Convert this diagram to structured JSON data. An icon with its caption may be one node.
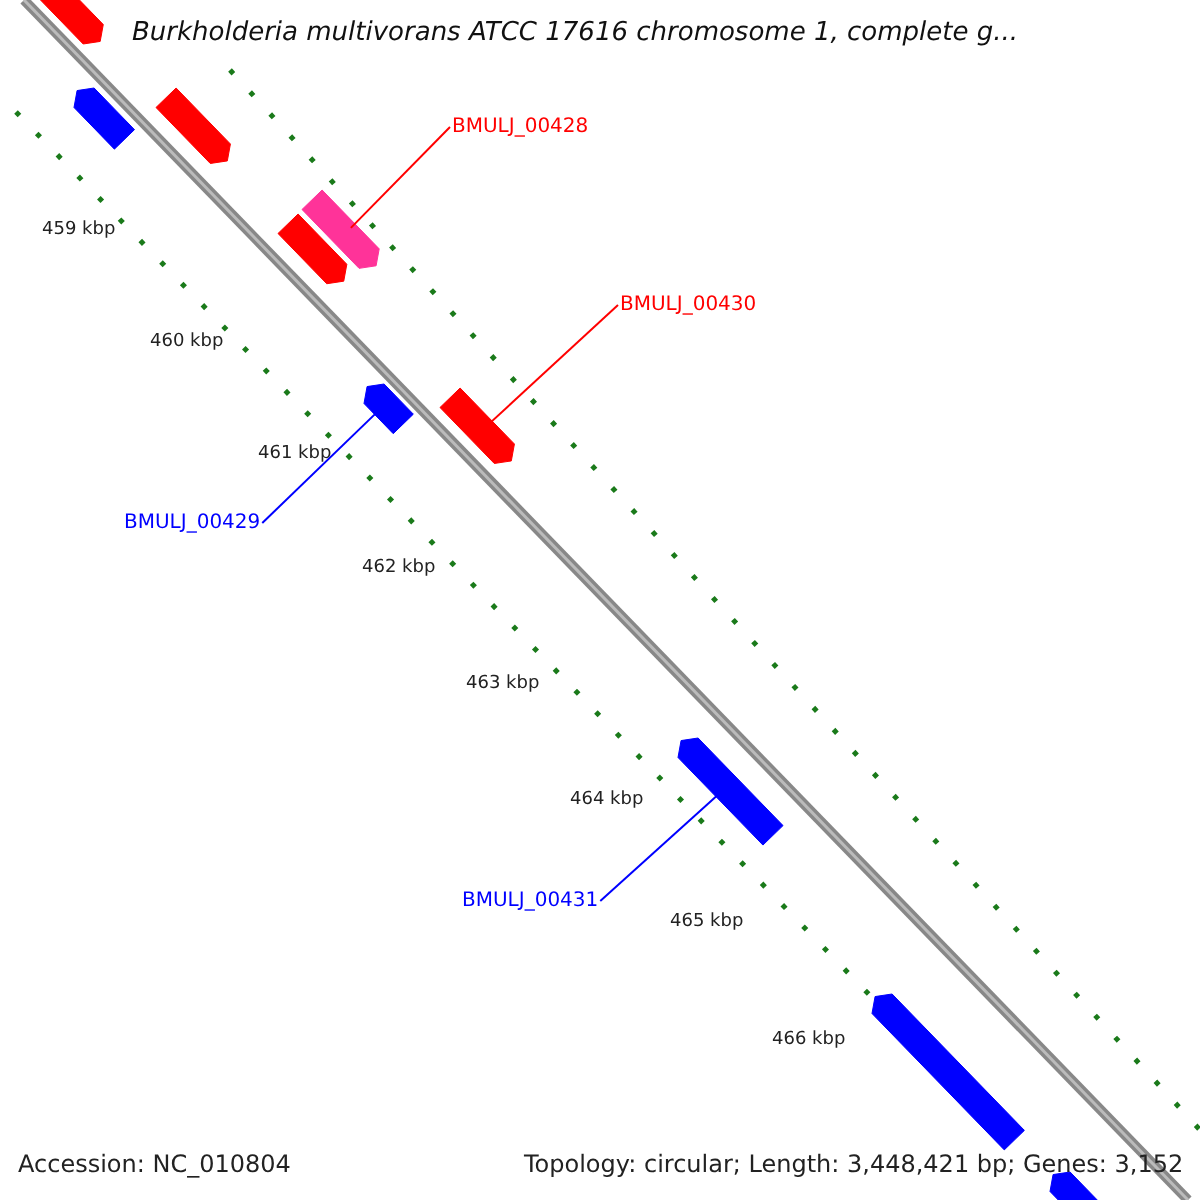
{
  "diagram": {
    "title": "Burkholderia multivorans ATCC 17616 chromosome 1, complete g...",
    "nodes": [
      {
        "text": [],
        "shape": "arrow"
      },
      {
        "text": [],
        "shape": "arrow"
      },
      {
        "text": [
          "BMULJ_00428"
        ]
      },
      {
        "text": [],
        "shape": "arrow"
      },
      {
        "text": [],
        "shape": "arrow"
      },
      {
        "text": [],
        "shape": "arrow"
      },
      {
        "text": [
          "BMULJ_00430"
        ]
      },
      {
        "text": [],
        "shape": "arrow"
      },
      {
        "text": [],
        "shape": "arrow"
      },
      {
        "text": [
          "BMULJ_00429"
        ]
      },
      {
        "text": [],
        "shape": "arrow"
      },
      {
        "text": [
          "BMULJ_00431"
        ]
      },
      {
        "text": [],
        "shape": "arrow"
      },
      {
        "text": [],
        "shape": "arrow"
      }
    ],
    "edges": [
      {
        "from": 2,
        "to": 4,
        "arrow": "none",
        "color": "#ff0000"
      },
      {
        "from": 6,
        "to": 8,
        "arrow": "none",
        "color": "#ff0000"
      },
      {
        "from": 9,
        "to": 7,
        "arrow": "none",
        "color": "#0000ff"
      },
      {
        "from": 11,
        "to": 10,
        "arrow": "none",
        "color": "#0000ff"
      }
    ],
    "labels": [
      "459 kbp",
      "460 kbp",
      "461 kbp",
      "462 kbp",
      "463 kbp",
      "464 kbp",
      "465 kbp",
      "466 kbp",
      "Accession: NC_010804",
      "Topology: circular; Length: 3,448,421 bp; Genes: 3,152"
    ]
  }
}
